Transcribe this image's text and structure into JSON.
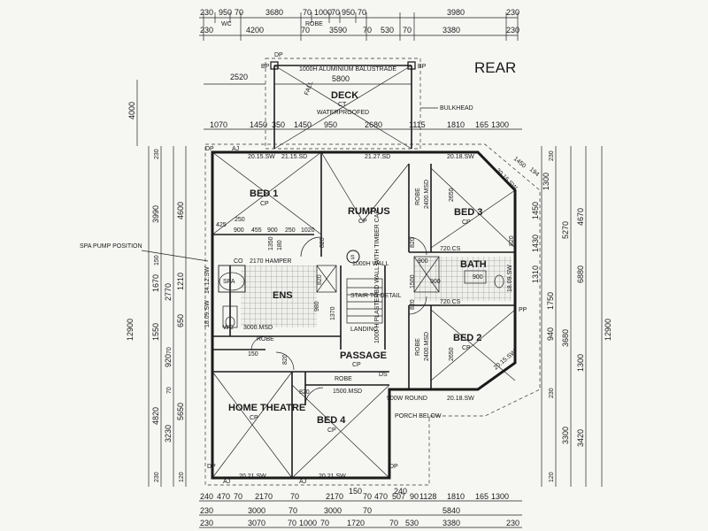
{
  "heading": {
    "rear": "REAR"
  },
  "rooms": {
    "deck": "DECK",
    "deck_ct": "CT",
    "deck_note": "WATERPROOFED",
    "bed1": "BED 1",
    "bed1_cp": "CP",
    "rumpus": "RUMPUS",
    "rumpus_cp": "CP",
    "bed3": "BED 3",
    "bed3_cp": "CP",
    "bath": "BATH",
    "ens": "ENS",
    "spa": "SPA",
    "wc": "WC",
    "stair": "STAIR TO DETAIL",
    "landing": "LANDING",
    "bed2": "BED 2",
    "bed2_cp": "CP",
    "passage": "PASSAGE",
    "passage_cp": "CP",
    "home_theatre": "HOME THEATRE",
    "home_theatre_cp": "CP",
    "bed4": "BED 4",
    "bed4_cp": "CP",
    "porch": "PORCH BELOW"
  },
  "notes": {
    "balustrade": "1000H ALUMINIUM BALUSTRADE",
    "bulkhead": "BULKHEAD",
    "fall": "FALL",
    "spa_pump": "SPA PUMP POSITION",
    "hamper": "2170 HAMPER",
    "wall_1000h": "1000H WALL",
    "plaster_wall": "1000 H PLASTERBD WALL WITH TIMBER CAP",
    "robe": "ROBE",
    "co": "CO",
    "dp": "DP",
    "bp": "BP",
    "aj": "AJ",
    "ds": "DS",
    "robe_msd_1": "1500.MSD",
    "robe_msd_2": "3000.MSD",
    "robe_height": "2400.MSD",
    "cs_top": "720.CS",
    "cs_bottom": "720.CS",
    "round": "900W ROUND",
    "pp": "PP",
    "vanity": "900",
    "switch": "S"
  },
  "windows": {
    "w1": "20.15.SW",
    "w2": "21.15.SD",
    "w3": "21.27.SD",
    "w4": "20.18.SW",
    "w5": "20.15.SW",
    "w6": "14.12.SW",
    "w7": "18.09.SW",
    "w8": "18.09.SW",
    "w9": "20.18.SW",
    "w10": "20.15.SW",
    "w11": "20.21.SW",
    "w12": "20.21.SW"
  },
  "dims_top": {
    "row1": [
      "230",
      "950",
      "70",
      "3680",
      "70",
      "1000",
      "70",
      "950",
      "70",
      "3980",
      "230"
    ],
    "row1_sub": [
      "WC",
      "ROBE"
    ],
    "row2": [
      "230",
      "4200",
      "70",
      "3590",
      "70",
      "530",
      "70",
      "3380",
      "230"
    ],
    "deck_left": "2520",
    "deck_width": "5800",
    "row3": [
      "1070",
      "1450",
      "350",
      "1450",
      "950",
      "2680",
      "1115",
      "1810",
      "165",
      "1300"
    ]
  },
  "dims_left": {
    "deck_depth": "4000",
    "total": "12900",
    "outer_a": [
      "3990",
      "4600"
    ],
    "outer_b": [
      "1670",
      "1210",
      "2770"
    ],
    "outer_c": [
      "1550",
      "650",
      "920"
    ],
    "outer_d": [
      "4820",
      "5650",
      "3230"
    ],
    "small": [
      "230",
      "150",
      "70",
      "230",
      "70",
      "120"
    ]
  },
  "dims_right": {
    "total": "12900",
    "a": [
      "1300",
      "1450",
      "1430",
      "1310",
      "1750"
    ],
    "b": [
      "5270",
      "4670",
      "6880"
    ],
    "c": [
      "3680",
      "940",
      "1300"
    ],
    "d": [
      "3300",
      "3420"
    ],
    "small": [
      "230",
      "1450",
      "194",
      "230",
      "120"
    ]
  },
  "dims_inner": {
    "bed1": [
      "425",
      "250",
      "900",
      "455",
      "900",
      "250",
      "1020",
      "1350",
      "180"
    ],
    "rumpus": [
      "820",
      "820"
    ],
    "bed3": [
      "2650",
      "820",
      "1310"
    ],
    "bath": [
      "900",
      "1500",
      "900"
    ],
    "bed2": [
      "2650",
      "820"
    ],
    "ens": [
      "820",
      "1370",
      "150",
      "980"
    ],
    "ht": [
      "820",
      "820"
    ]
  },
  "dims_bottom": {
    "row1": [
      "240",
      "470",
      "70",
      "2170",
      "70",
      "2170",
      "150",
      "70",
      "470",
      "507",
      "90",
      "1128",
      "1810",
      "165",
      "1300"
    ],
    "row2": [
      "230",
      "3000",
      "70",
      "3000",
      "70",
      "5840",
      "240"
    ],
    "row3": [
      "230",
      "3070",
      "70",
      "1000",
      "70",
      "1720",
      "70",
      "530",
      "3380",
      "230"
    ]
  }
}
